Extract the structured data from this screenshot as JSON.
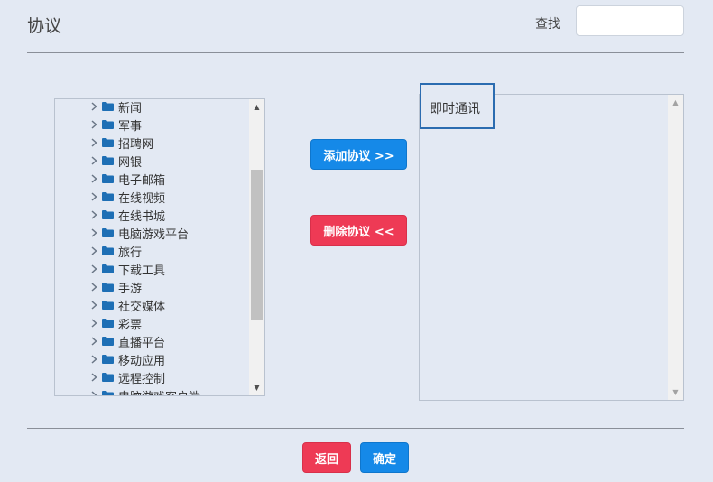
{
  "header": {
    "title": "协议",
    "search_label": "查找",
    "search_value": "",
    "search_placeholder": ""
  },
  "tree": {
    "items": [
      {
        "label": "新闻"
      },
      {
        "label": "军事"
      },
      {
        "label": "招聘网"
      },
      {
        "label": "网银"
      },
      {
        "label": "电子邮箱"
      },
      {
        "label": "在线视频"
      },
      {
        "label": "在线书城"
      },
      {
        "label": "电脑游戏平台"
      },
      {
        "label": "旅行"
      },
      {
        "label": "下载工具"
      },
      {
        "label": "手游"
      },
      {
        "label": "社交媒体"
      },
      {
        "label": "彩票"
      },
      {
        "label": "直播平台"
      },
      {
        "label": "移动应用"
      },
      {
        "label": "远程控制"
      },
      {
        "label": "电脑游戏客户端"
      }
    ],
    "folder_color": "#1e6fb5"
  },
  "actions": {
    "add_label": "添加协议 >>",
    "remove_label": "删除协议 <<"
  },
  "selected": {
    "items": [
      {
        "label": "即时通讯"
      }
    ]
  },
  "footer": {
    "back_label": "返回",
    "confirm_label": "确定"
  },
  "colors": {
    "primary": "#1589e8",
    "danger": "#ee3a55",
    "background": "#e3e9f3"
  }
}
